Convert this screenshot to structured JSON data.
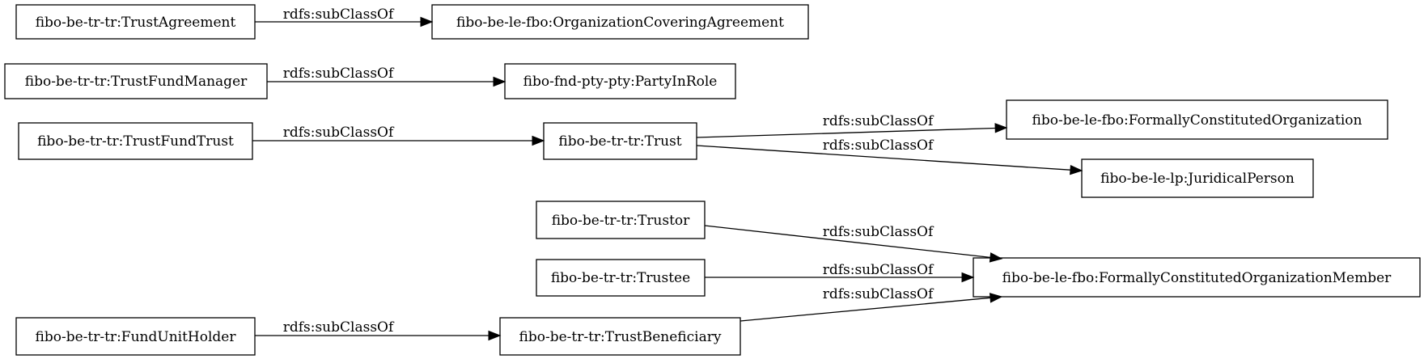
{
  "diagram": {
    "nodes": {
      "trust_agreement": "fibo-be-tr-tr:TrustAgreement",
      "org_covering_agreement": "fibo-be-le-fbo:OrganizationCoveringAgreement",
      "trust_fund_manager": "fibo-be-tr-tr:TrustFundManager",
      "party_in_role": "fibo-fnd-pty-pty:PartyInRole",
      "trust_fund_trust": "fibo-be-tr-tr:TrustFundTrust",
      "trust": "fibo-be-tr-tr:Trust",
      "formally_constituted_org": "fibo-be-le-fbo:FormallyConstitutedOrganization",
      "juridical_person": "fibo-be-le-lp:JuridicalPerson",
      "trustor": "fibo-be-tr-tr:Trustor",
      "trustee": "fibo-be-tr-tr:Trustee",
      "fco_member": "fibo-be-le-fbo:FormallyConstitutedOrganizationMember",
      "fund_unit_holder": "fibo-be-tr-tr:FundUnitHolder",
      "trust_beneficiary": "fibo-be-tr-tr:TrustBeneficiary"
    },
    "edges": [
      {
        "from": "trust_agreement",
        "to": "org_covering_agreement",
        "label": "rdfs:subClassOf"
      },
      {
        "from": "trust_fund_manager",
        "to": "party_in_role",
        "label": "rdfs:subClassOf"
      },
      {
        "from": "trust_fund_trust",
        "to": "trust",
        "label": "rdfs:subClassOf"
      },
      {
        "from": "trust",
        "to": "formally_constituted_org",
        "label": "rdfs:subClassOf"
      },
      {
        "from": "trust",
        "to": "juridical_person",
        "label": "rdfs:subClassOf"
      },
      {
        "from": "trustor",
        "to": "fco_member",
        "label": "rdfs:subClassOf"
      },
      {
        "from": "trustee",
        "to": "fco_member",
        "label": "rdfs:subClassOf"
      },
      {
        "from": "trust_beneficiary",
        "to": "fco_member",
        "label": "rdfs:subClassOf"
      },
      {
        "from": "fund_unit_holder",
        "to": "trust_beneficiary",
        "label": "rdfs:subClassOf"
      }
    ]
  }
}
